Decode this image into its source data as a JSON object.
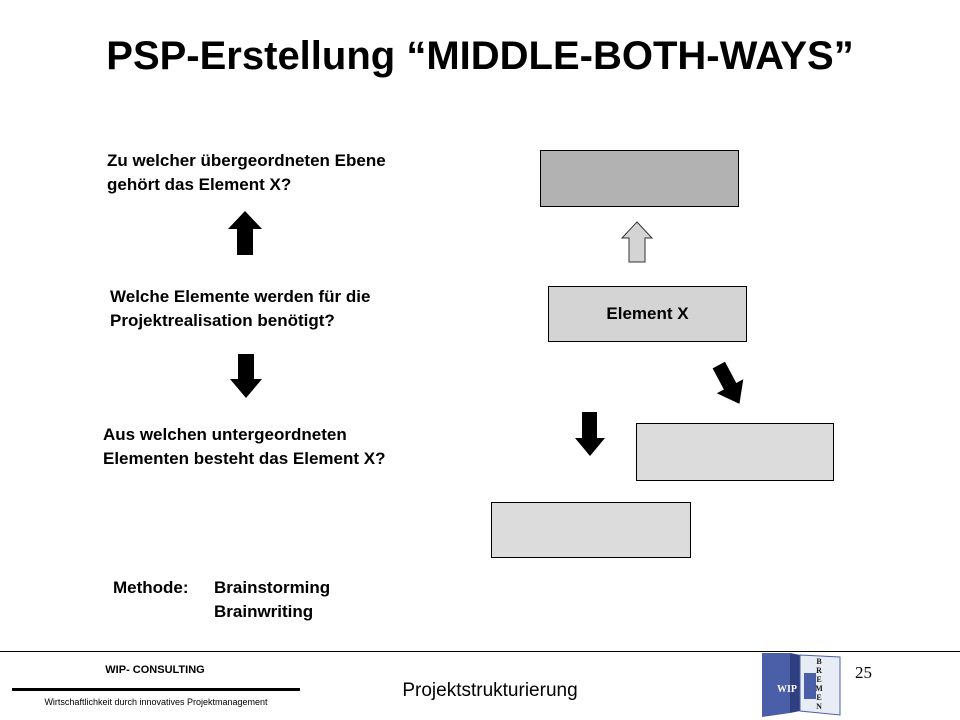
{
  "title": "PSP-Erstellung “MIDDLE-BOTH-WAYS”",
  "questions": {
    "q1_line1": "Zu welcher übergeordneten Ebene",
    "q1_line2": "gehört das Element X?",
    "q2_line1": "Welche Elemente werden für die",
    "q2_line2": "Projektrealisation benötigt?",
    "q3_line1": "Aus welchen untergeordneten",
    "q3_line2": "Elementen besteht das Element X?"
  },
  "method": {
    "label": "Methode:",
    "item1": "Brainstorming",
    "item2": "Brainwriting"
  },
  "diagram": {
    "element_x_label": "Element X"
  },
  "footer": {
    "company": "WIP- CONSULTING",
    "tagline": "Wirtschaftlichkeit durch innovatives Projektmanagement",
    "topic": "Projektstrukturierung",
    "page": "25",
    "logo_text": "WIP",
    "logo_city": "BREMEN"
  },
  "colors": {
    "box_dark": "#b2b2b2",
    "box_light": "#d4d4d4",
    "logo_blue": "#4a5fa8"
  },
  "icons": [
    "arrow-up-icon",
    "arrow-down-icon",
    "outline-arrow-up-icon",
    "diagonal-arrow-down-icon"
  ]
}
